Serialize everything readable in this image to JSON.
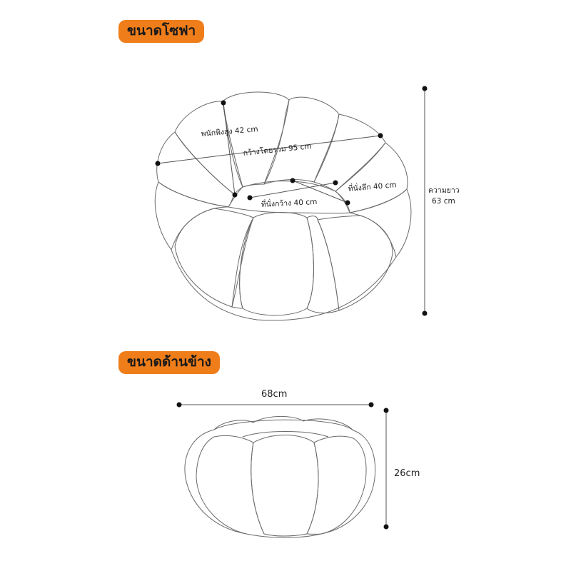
{
  "sections": {
    "top_view_title": "ขนาดโซฟา",
    "side_view_title": "ขนาดด้านข้าง"
  },
  "dimensions": {
    "backrest_height": "พนักพิงสูง 42 cm",
    "overall_width": "กว้างโดยรวม 95 cm",
    "seat_depth": "ที่นั่งลึก 40 cm",
    "seat_width": "ที่นั่งกว้าง 40 cm",
    "length_label": "ความยาว",
    "length_value": "63 cm",
    "side_width": "68cm",
    "side_height": "26cm"
  },
  "colors": {
    "badge": "#ef7d1a",
    "line": "#555555"
  }
}
